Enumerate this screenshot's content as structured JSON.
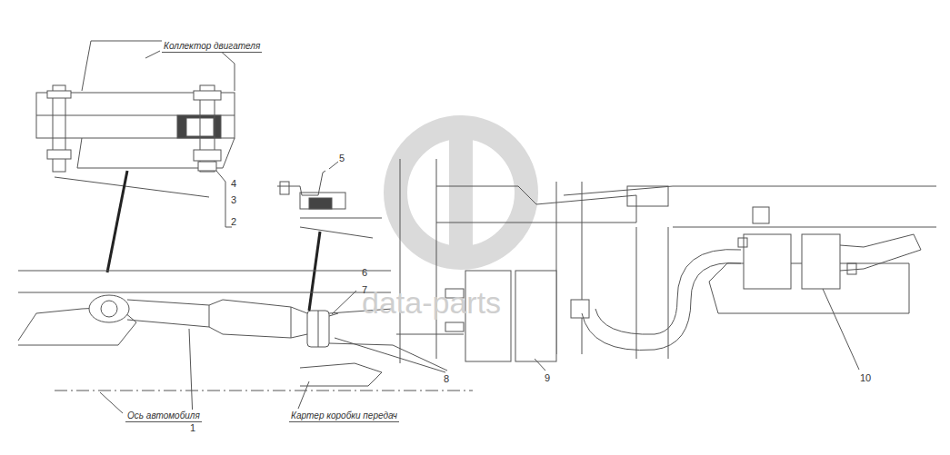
{
  "diagram": {
    "labels": [
      "Коллектор двигателя",
      "4",
      "3",
      "2",
      "5",
      "6",
      "7",
      "1",
      "8",
      "9",
      "10",
      "Ось автомобиля",
      "Картер коробки передач",
      "data-parts"
    ]
  }
}
